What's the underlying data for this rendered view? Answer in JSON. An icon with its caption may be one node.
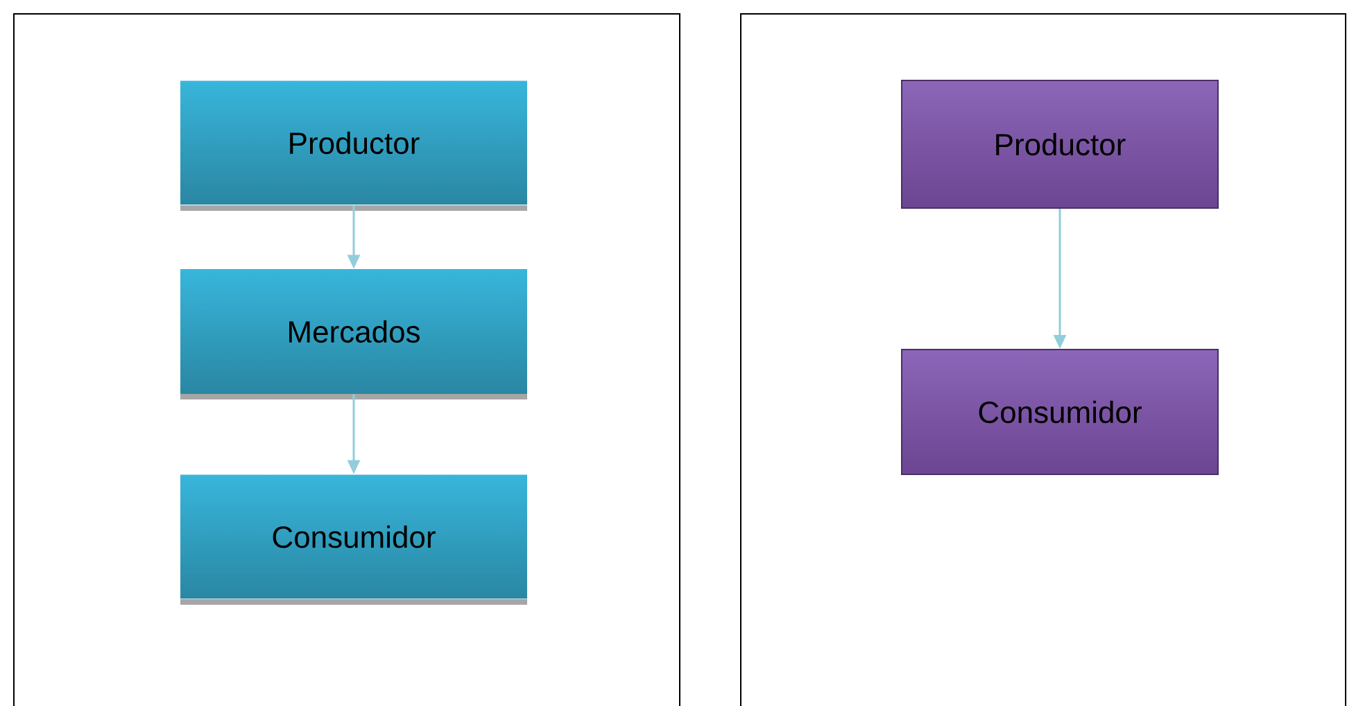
{
  "diagram": {
    "nodes": [
      {
        "text": [],
        "shape": "box"
      },
      {
        "text": [
          "Productor"
        ],
        "in": 0
      },
      {
        "text": [
          "Mercados"
        ],
        "in": 0
      },
      {
        "text": [
          "Consumidor"
        ],
        "in": 0
      },
      {
        "text": [],
        "shape": "box"
      },
      {
        "text": [
          "Productor"
        ],
        "in": 4
      },
      {
        "text": [
          "Consumidor"
        ],
        "in": 4
      }
    ],
    "edges": [
      {
        "from": 1,
        "to": 2,
        "arrow": "to"
      },
      {
        "from": 2,
        "to": 3,
        "arrow": "to"
      },
      {
        "from": 5,
        "to": 6,
        "arrow": "to"
      }
    ]
  }
}
